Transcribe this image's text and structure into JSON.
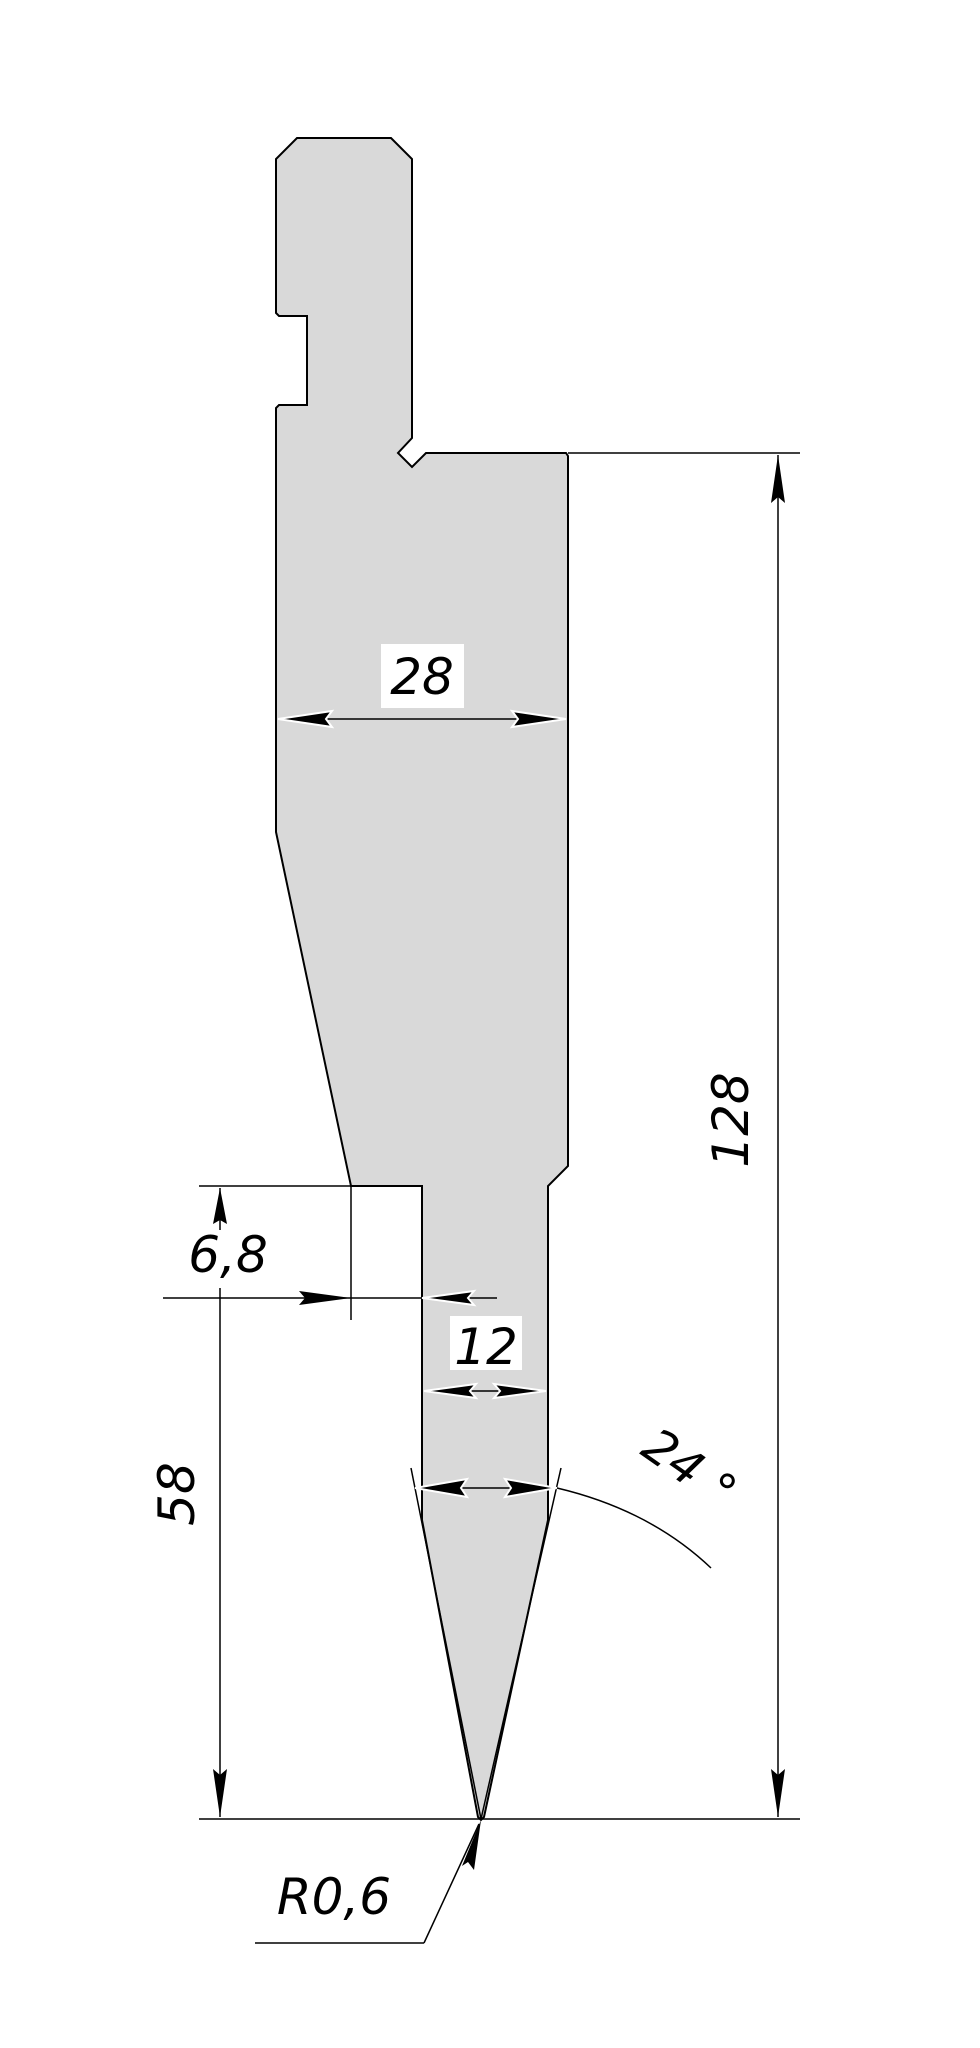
{
  "drawing": {
    "title": "Press brake punch profile",
    "fill_color": "#d9d9d9",
    "line_color": "#000000",
    "background": "#ffffff"
  },
  "dimensions": {
    "width_body": "28",
    "total_height": "128",
    "offset": "6,8",
    "blade_height": "58",
    "blade_width": "12",
    "tip_angle": "24 °",
    "tip_radius": "R0,6"
  }
}
